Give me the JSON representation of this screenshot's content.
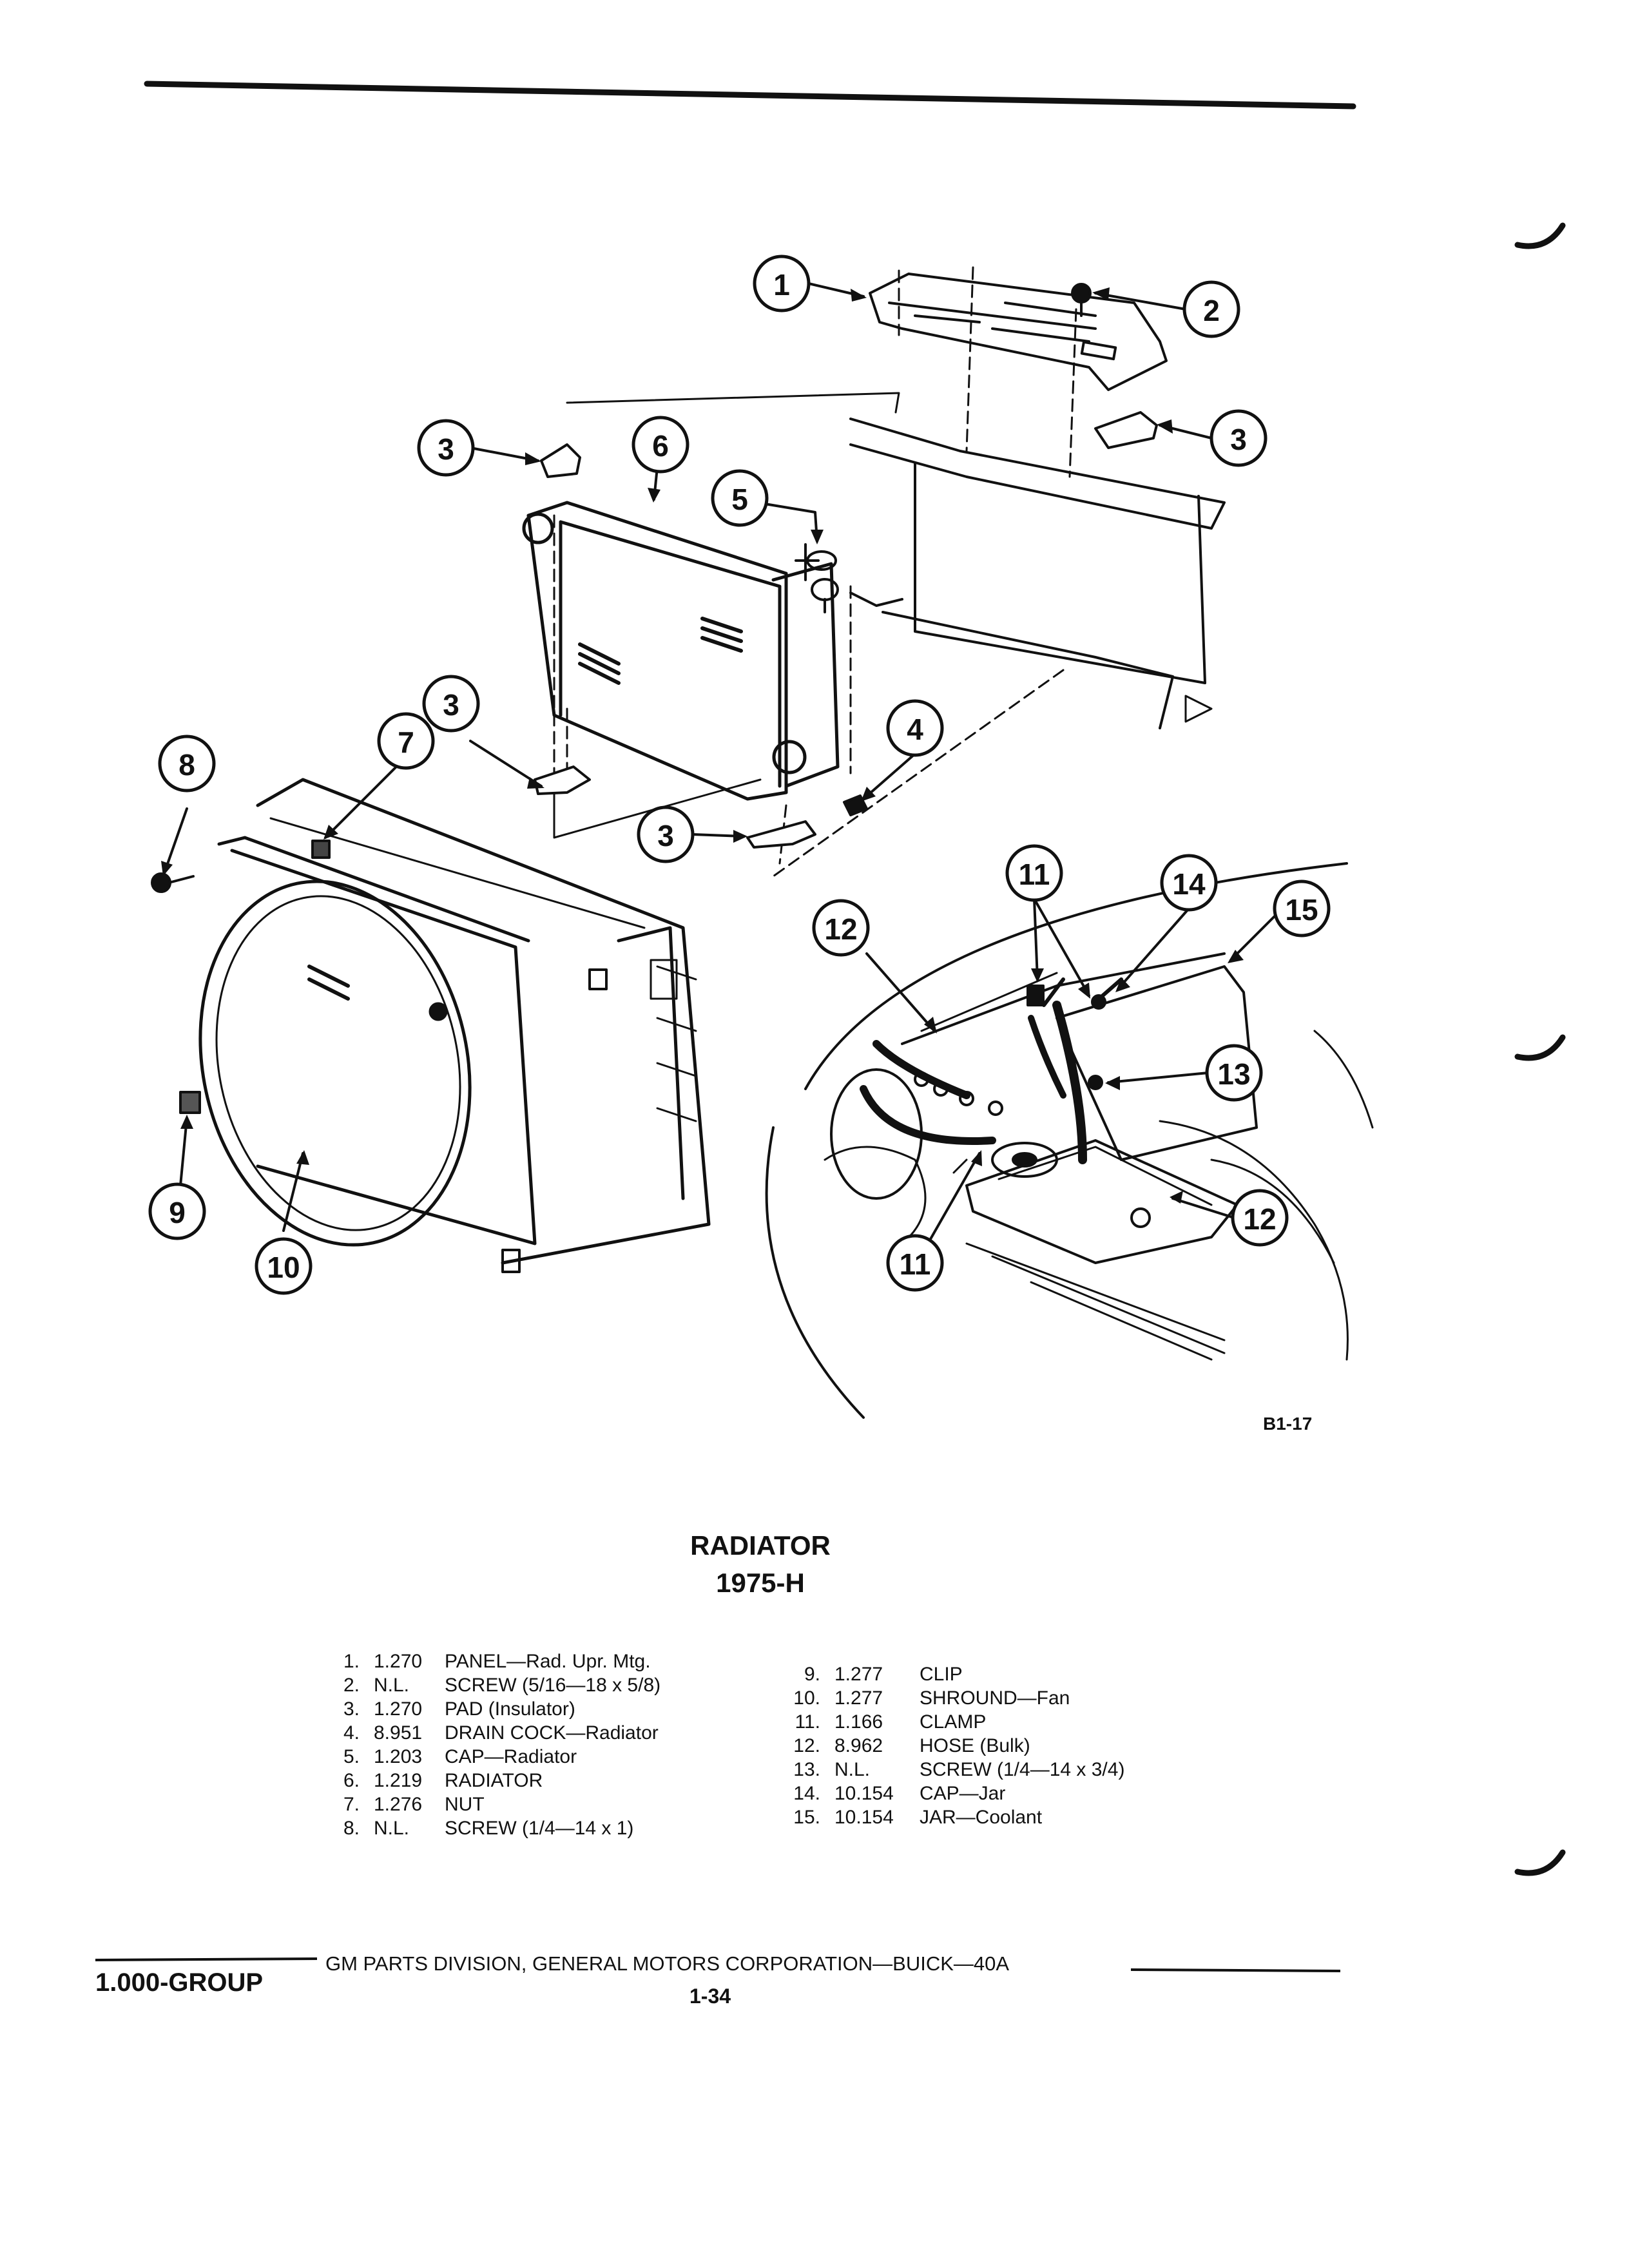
{
  "figure": {
    "code": "B1-17",
    "callouts": [
      {
        "number": "1"
      },
      {
        "number": "2"
      },
      {
        "number": "3"
      },
      {
        "number": "3"
      },
      {
        "number": "6"
      },
      {
        "number": "5"
      },
      {
        "number": "3"
      },
      {
        "number": "7"
      },
      {
        "number": "4"
      },
      {
        "number": "8"
      },
      {
        "number": "3"
      },
      {
        "number": "9"
      },
      {
        "number": "10"
      },
      {
        "number": "11"
      },
      {
        "number": "14"
      },
      {
        "number": "15"
      },
      {
        "number": "12"
      },
      {
        "number": "13"
      },
      {
        "number": "12"
      },
      {
        "number": "11"
      }
    ]
  },
  "title": {
    "line1": "RADIATOR",
    "line2": "1975-H"
  },
  "parts_left": [
    {
      "num": "1.",
      "code": "1.270",
      "desc": "PANEL—Rad. Upr. Mtg."
    },
    {
      "num": "2.",
      "code": "N.L.",
      "desc": "SCREW (5/16—18 x 5/8)"
    },
    {
      "num": "3.",
      "code": "1.270",
      "desc": "PAD (Insulator)"
    },
    {
      "num": "4.",
      "code": "8.951",
      "desc": "DRAIN COCK—Radiator"
    },
    {
      "num": "5.",
      "code": "1.203",
      "desc": "CAP—Radiator"
    },
    {
      "num": "6.",
      "code": "1.219",
      "desc": "RADIATOR"
    },
    {
      "num": "7.",
      "code": "1.276",
      "desc": "NUT"
    },
    {
      "num": "8.",
      "code": "N.L.",
      "desc": "SCREW (1/4—14 x 1)"
    }
  ],
  "parts_right": [
    {
      "num": "9.",
      "code": "1.277",
      "desc": "CLIP"
    },
    {
      "num": "10.",
      "code": "1.277",
      "desc": "SHROUND—Fan"
    },
    {
      "num": "11.",
      "code": "1.166",
      "desc": "CLAMP"
    },
    {
      "num": "12.",
      "code": "8.962",
      "desc": "HOSE (Bulk)"
    },
    {
      "num": "13.",
      "code": "N.L.",
      "desc": "SCREW (1/4—14 x 3/4)"
    },
    {
      "num": "14.",
      "code": "10.154",
      "desc": "CAP—Jar"
    },
    {
      "num": "15.",
      "code": "10.154",
      "desc": "JAR—Coolant"
    }
  ],
  "footer": {
    "group": "1.000-GROUP",
    "division": "GM PARTS DIVISION, GENERAL MOTORS CORPORATION—BUICK—40A",
    "page": "1-34"
  }
}
